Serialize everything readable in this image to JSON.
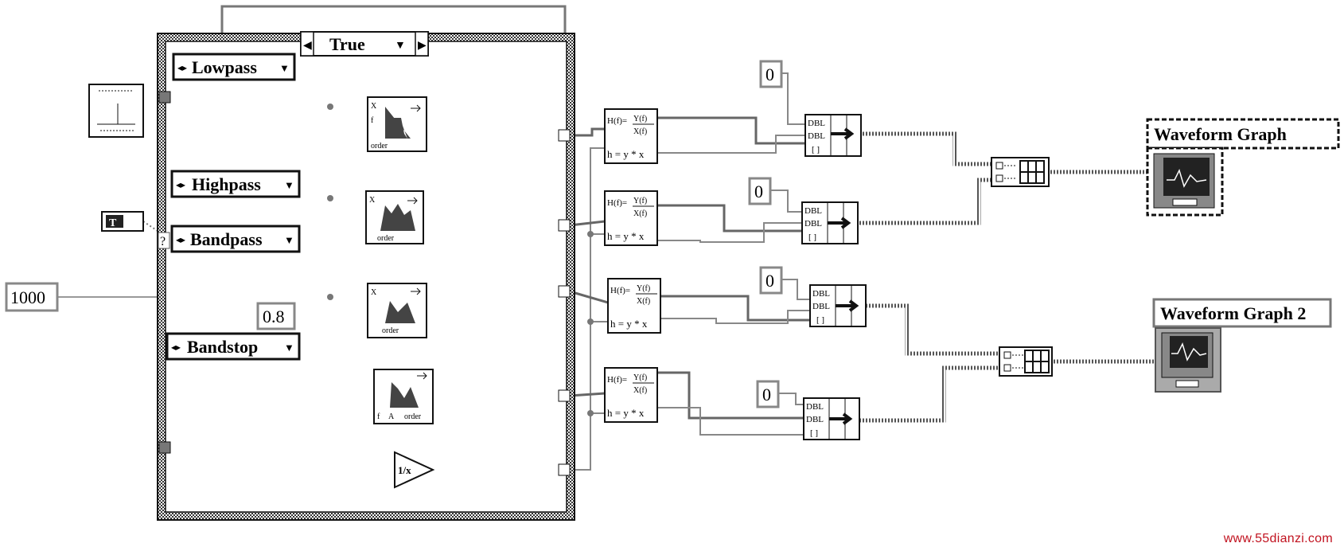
{
  "case_structure": {
    "selector_label": "True",
    "selector_left_arrow": "◀",
    "selector_right_arrow": "▶",
    "selector_dropdown": "▼",
    "selector_terminal": "?"
  },
  "filter_types": [
    {
      "label": "Lowpass"
    },
    {
      "label": "Highpass"
    },
    {
      "label": "Bandpass"
    },
    {
      "label": "Bandstop"
    }
  ],
  "enum_marks": {
    "updown": "◂▸",
    "dropdown": "▼"
  },
  "constants": {
    "sample_count": "1000",
    "cutoff": "0.8",
    "zeros": [
      "0",
      "0",
      "0",
      "0"
    ]
  },
  "bool_control": {
    "symbol": "T"
  },
  "filter_vi": {
    "labels": [
      "X",
      "f",
      "f",
      "order"
    ],
    "extra": [
      "f",
      "A",
      "order"
    ]
  },
  "transfer_vi": {
    "line1": "H(f)=",
    "num": "Y(f)",
    "den": "X(f)",
    "line2": "h = y * x"
  },
  "bundle": {
    "in_labels": [
      "DBL",
      "DBL",
      "[ ]"
    ]
  },
  "reciprocal": {
    "symbol": "1/x"
  },
  "waveform_graphs": [
    {
      "title": "Waveform Graph"
    },
    {
      "title": "Waveform Graph 2"
    }
  ],
  "watermark": "www.55dianzi.com",
  "colors": {
    "wire_gray": "#888888",
    "wire_dark": "#555555",
    "structure": "#222222"
  }
}
